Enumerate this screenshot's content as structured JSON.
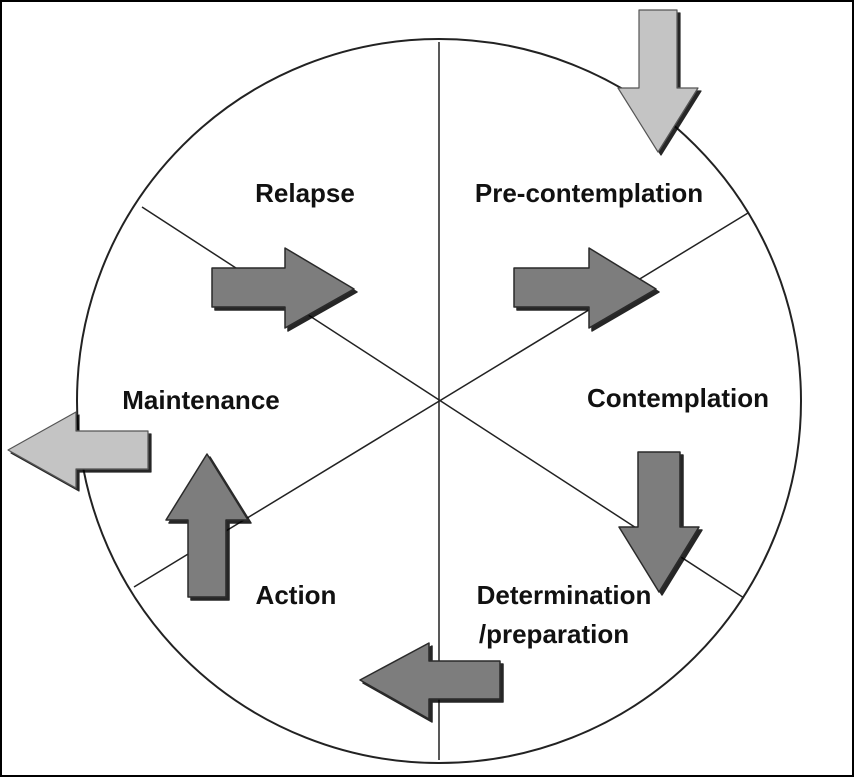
{
  "diagram": {
    "stages": {
      "relapse": "Relapse",
      "precontemplation": "Pre-contemplation",
      "contemplation": "Contemplation",
      "determination_line1": "Determination",
      "determination_line2": "/preparation",
      "action": "Action",
      "maintenance": "Maintenance"
    },
    "colors": {
      "arrow_dark": "#7d7d7d",
      "arrow_light": "#c4c4c4",
      "arrow_outline": "#2a2a2a",
      "line": "#222222"
    },
    "icons": {
      "entry": "arrow-down-light-icon",
      "exit": "arrow-left-light-icon",
      "transitions": [
        "arrow-right-icon",
        "arrow-down-icon",
        "arrow-left-icon",
        "arrow-up-icon"
      ]
    }
  }
}
